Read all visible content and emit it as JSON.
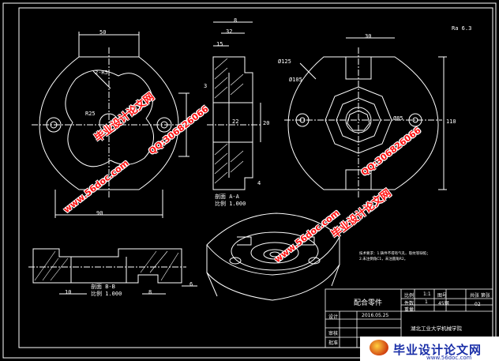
{
  "drawing": {
    "corner_label": "Ra 6.3",
    "section_aa_caption": "剖面 A-A",
    "section_aa_scale": "比例 1.000",
    "section_bb_caption": "剖面 B-B",
    "section_bb_scale": "比例 1.000",
    "dimensions": {
      "top_left_width": "50",
      "angle_note": "2-R5",
      "left_r": "R25",
      "left_height": "22",
      "bottom_left_width": "90",
      "section_top_1": "8",
      "section_top_2": "32",
      "section_top_3": "15",
      "section_a": "3",
      "section_mid": "22",
      "section_right": "20",
      "section_bottom": "4",
      "right_top": "30",
      "right_d125": "Ø125",
      "right_d105": "Ø105",
      "right_mid": "Ø85",
      "right_height": "110",
      "bb_left": "10",
      "bb_mid": "8",
      "bb_right": "6"
    },
    "notes_line1": "技术要求：1.铸件不得有气孔、裂纹等缺陷；",
    "notes_line2": "2.未注倒角C1，未注圆角R2。"
  },
  "title_block": {
    "part_name": "配合零件",
    "scale_label": "比例",
    "scale_value": "1:1",
    "drawing_no_label": "图号",
    "weight_label": "重量",
    "qty_label": "件数",
    "qty_value": "1",
    "material_value": "45钢",
    "sheet_label": "共张 第张",
    "sheet_value": "02",
    "designer_label": "设计",
    "date_value": "2016.05.25",
    "checker_label": "审核",
    "approver_label": "批准",
    "school": "湖北工业大学机械学院"
  },
  "watermarks": {
    "site_text": "www.56doc.com",
    "qq_text": "QQ:306826066",
    "brand_text": "毕业设计论文网"
  },
  "footer": {
    "brand": "毕业设计论文网",
    "url": "www.56doc.com"
  }
}
